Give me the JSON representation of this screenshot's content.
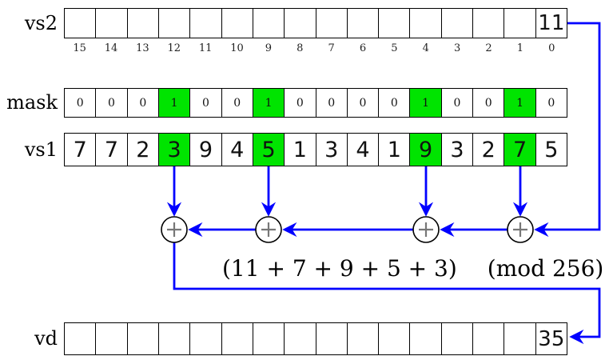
{
  "colors": {
    "highlight": "#00e400",
    "wire": "#0000ff",
    "adder_plus": "#777777",
    "border": "#000000"
  },
  "registers": {
    "vs2": {
      "label": "vs2",
      "cells": [
        "",
        "",
        "",
        "",
        "",
        "",
        "",
        "",
        "",
        "",
        "",
        "",
        "",
        "",
        "",
        "11"
      ],
      "highlighted": []
    },
    "mask": {
      "label": "mask",
      "cells": [
        "0",
        "0",
        "0",
        "1",
        "0",
        "0",
        "1",
        "0",
        "0",
        "0",
        "0",
        "1",
        "0",
        "0",
        "1",
        "0"
      ],
      "highlighted": [
        3,
        6,
        11,
        14
      ]
    },
    "vs1": {
      "label": "vs1",
      "cells": [
        "7",
        "7",
        "2",
        "3",
        "9",
        "4",
        "5",
        "1",
        "3",
        "4",
        "1",
        "9",
        "3",
        "2",
        "7",
        "5"
      ],
      "highlighted": [
        3,
        6,
        11,
        14
      ]
    },
    "vd": {
      "label": "vd",
      "cells": [
        "",
        "",
        "",
        "",
        "",
        "",
        "",
        "",
        "",
        "",
        "",
        "",
        "",
        "",
        "",
        "35"
      ],
      "highlighted": []
    }
  },
  "bit_indices": [
    "15",
    "14",
    "13",
    "12",
    "11",
    "10",
    "9",
    "8",
    "7",
    "6",
    "5",
    "4",
    "3",
    "2",
    "1",
    "0"
  ],
  "formula": {
    "sum": "(11 + 7 + 9 + 5 + 3)",
    "mod": "(mod 256)"
  },
  "adders": {
    "symbol": "+",
    "count": 4
  }
}
